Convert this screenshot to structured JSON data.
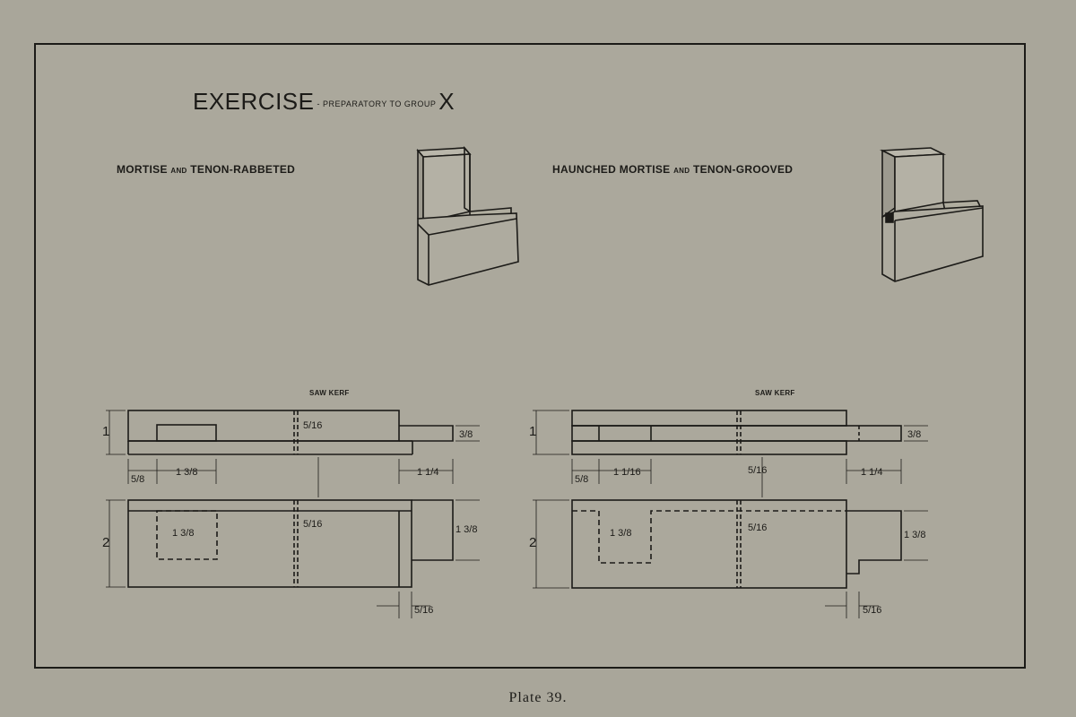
{
  "title": {
    "main": "EXERCISE",
    "sub": " - PREPARATORY TO GROUP ",
    "group": "X"
  },
  "left_section": {
    "label_a": "MORTISE ",
    "label_and": "AND",
    "label_b": " TENON-RABBETED",
    "kerf_label": "SAW KERF"
  },
  "right_section": {
    "label_a": "HAUNCHED MORTISE ",
    "label_and": "AND",
    "label_b": " TENON-GROOVED",
    "kerf_label": "SAW KERF"
  },
  "dimensions_left": {
    "height_top": "1",
    "height_bottom": "2",
    "tenon_thick": "3/8",
    "tenon_length": "1 1/4",
    "offset": "5/8",
    "mortise_len": "1 3/8",
    "kerf_top": "5/16",
    "kerf_bottom": "5/16",
    "tenon_width": "1 3/8",
    "mortise_width": "1 3/8",
    "bottom_offset": "5/16"
  },
  "dimensions_right": {
    "height_top": "1",
    "height_bottom": "2",
    "tenon_thick": "3/8",
    "tenon_length": "1 1/4",
    "offset": "5/8",
    "mortise_len": "1 1/16",
    "kerf_mid": "5/16",
    "kerf_bottom": "5/16",
    "tenon_width": "1 3/8",
    "mortise_width": "1 3/8",
    "bottom_offset": "5/16"
  },
  "caption": "Plate 39."
}
